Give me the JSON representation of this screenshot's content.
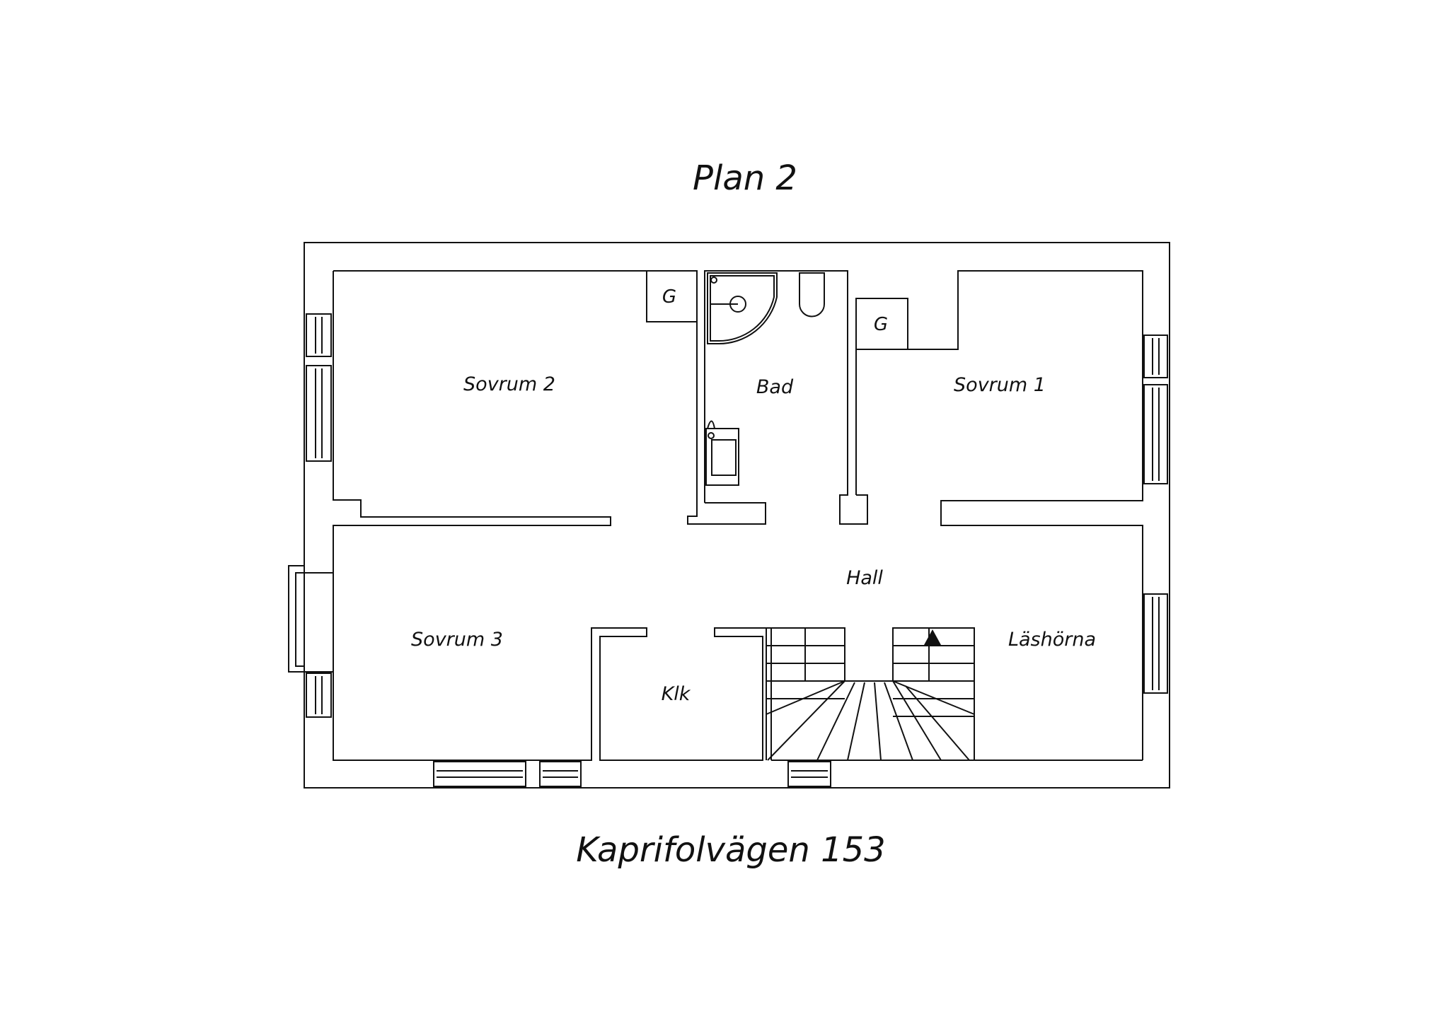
{
  "title": "Plan 2",
  "address": "Kaprifolvägen 153",
  "colors": {
    "line": "#111111",
    "background": "#ffffff"
  },
  "rooms": {
    "sovrum_2": "Sovrum 2",
    "bad": "Bad",
    "sovrum_1": "Sovrum 1",
    "hall": "Hall",
    "sovrum_3": "Sovrum 3",
    "klk": "Klk",
    "lashorna": "Läshörna"
  },
  "closets": {
    "g_left": "G",
    "g_right": "G"
  },
  "icons": {
    "stair_direction": "arrow-up-icon",
    "shower": "shower-icon",
    "toilet": "toilet-icon",
    "sink": "sink-icon"
  }
}
